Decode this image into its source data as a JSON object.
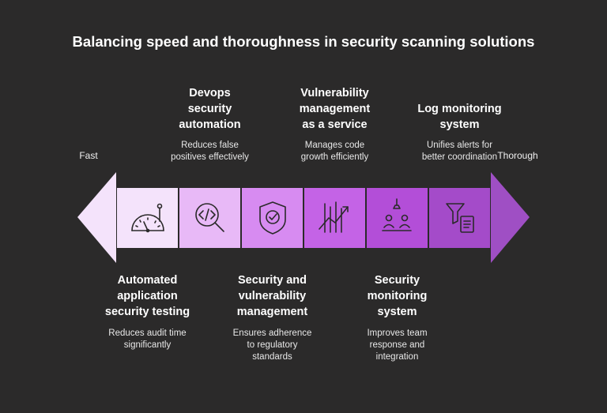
{
  "title": "Balancing speed and thoroughness in security scanning solutions",
  "ends": {
    "left": "Fast",
    "right": "Thorough"
  },
  "items": [
    {
      "heading": [
        "Automated",
        "application",
        "security testing"
      ],
      "desc": [
        "Reduces audit time",
        "significantly"
      ],
      "icon": "speedometer-icon",
      "color": "#f4e3fb",
      "position": "bottom"
    },
    {
      "heading": [
        "Devops",
        "security",
        "automation"
      ],
      "desc": [
        "Reduces false",
        "positives effectively"
      ],
      "icon": "code-search-icon",
      "color": "#e8b9f7",
      "position": "top"
    },
    {
      "heading": [
        "Security and",
        "vulnerability",
        "management"
      ],
      "desc": [
        "Ensures adherence",
        "to regulatory",
        "standards"
      ],
      "icon": "shield-check-icon",
      "color": "#d78bf1",
      "position": "bottom"
    },
    {
      "heading": [
        "Vulnerability",
        "management",
        "as a service"
      ],
      "desc": [
        "Manages code",
        "growth efficiently"
      ],
      "icon": "growth-chart-icon",
      "color": "#c463e6",
      "position": "top"
    },
    {
      "heading": [
        "Security",
        "monitoring",
        "system"
      ],
      "desc": [
        "Improves team",
        "response and",
        "integration"
      ],
      "icon": "team-alert-icon",
      "color": "#b34ed8",
      "position": "bottom"
    },
    {
      "heading": [
        "Log monitoring",
        "system"
      ],
      "desc": [
        "Unifies alerts for",
        "better coordination"
      ],
      "icon": "filter-log-icon",
      "color": "#a44bc9",
      "position": "top"
    }
  ],
  "colors": {
    "background": "#2b2a2a",
    "left_arrow": "#f4e3fb",
    "right_arrow": "#9f4fc4"
  }
}
